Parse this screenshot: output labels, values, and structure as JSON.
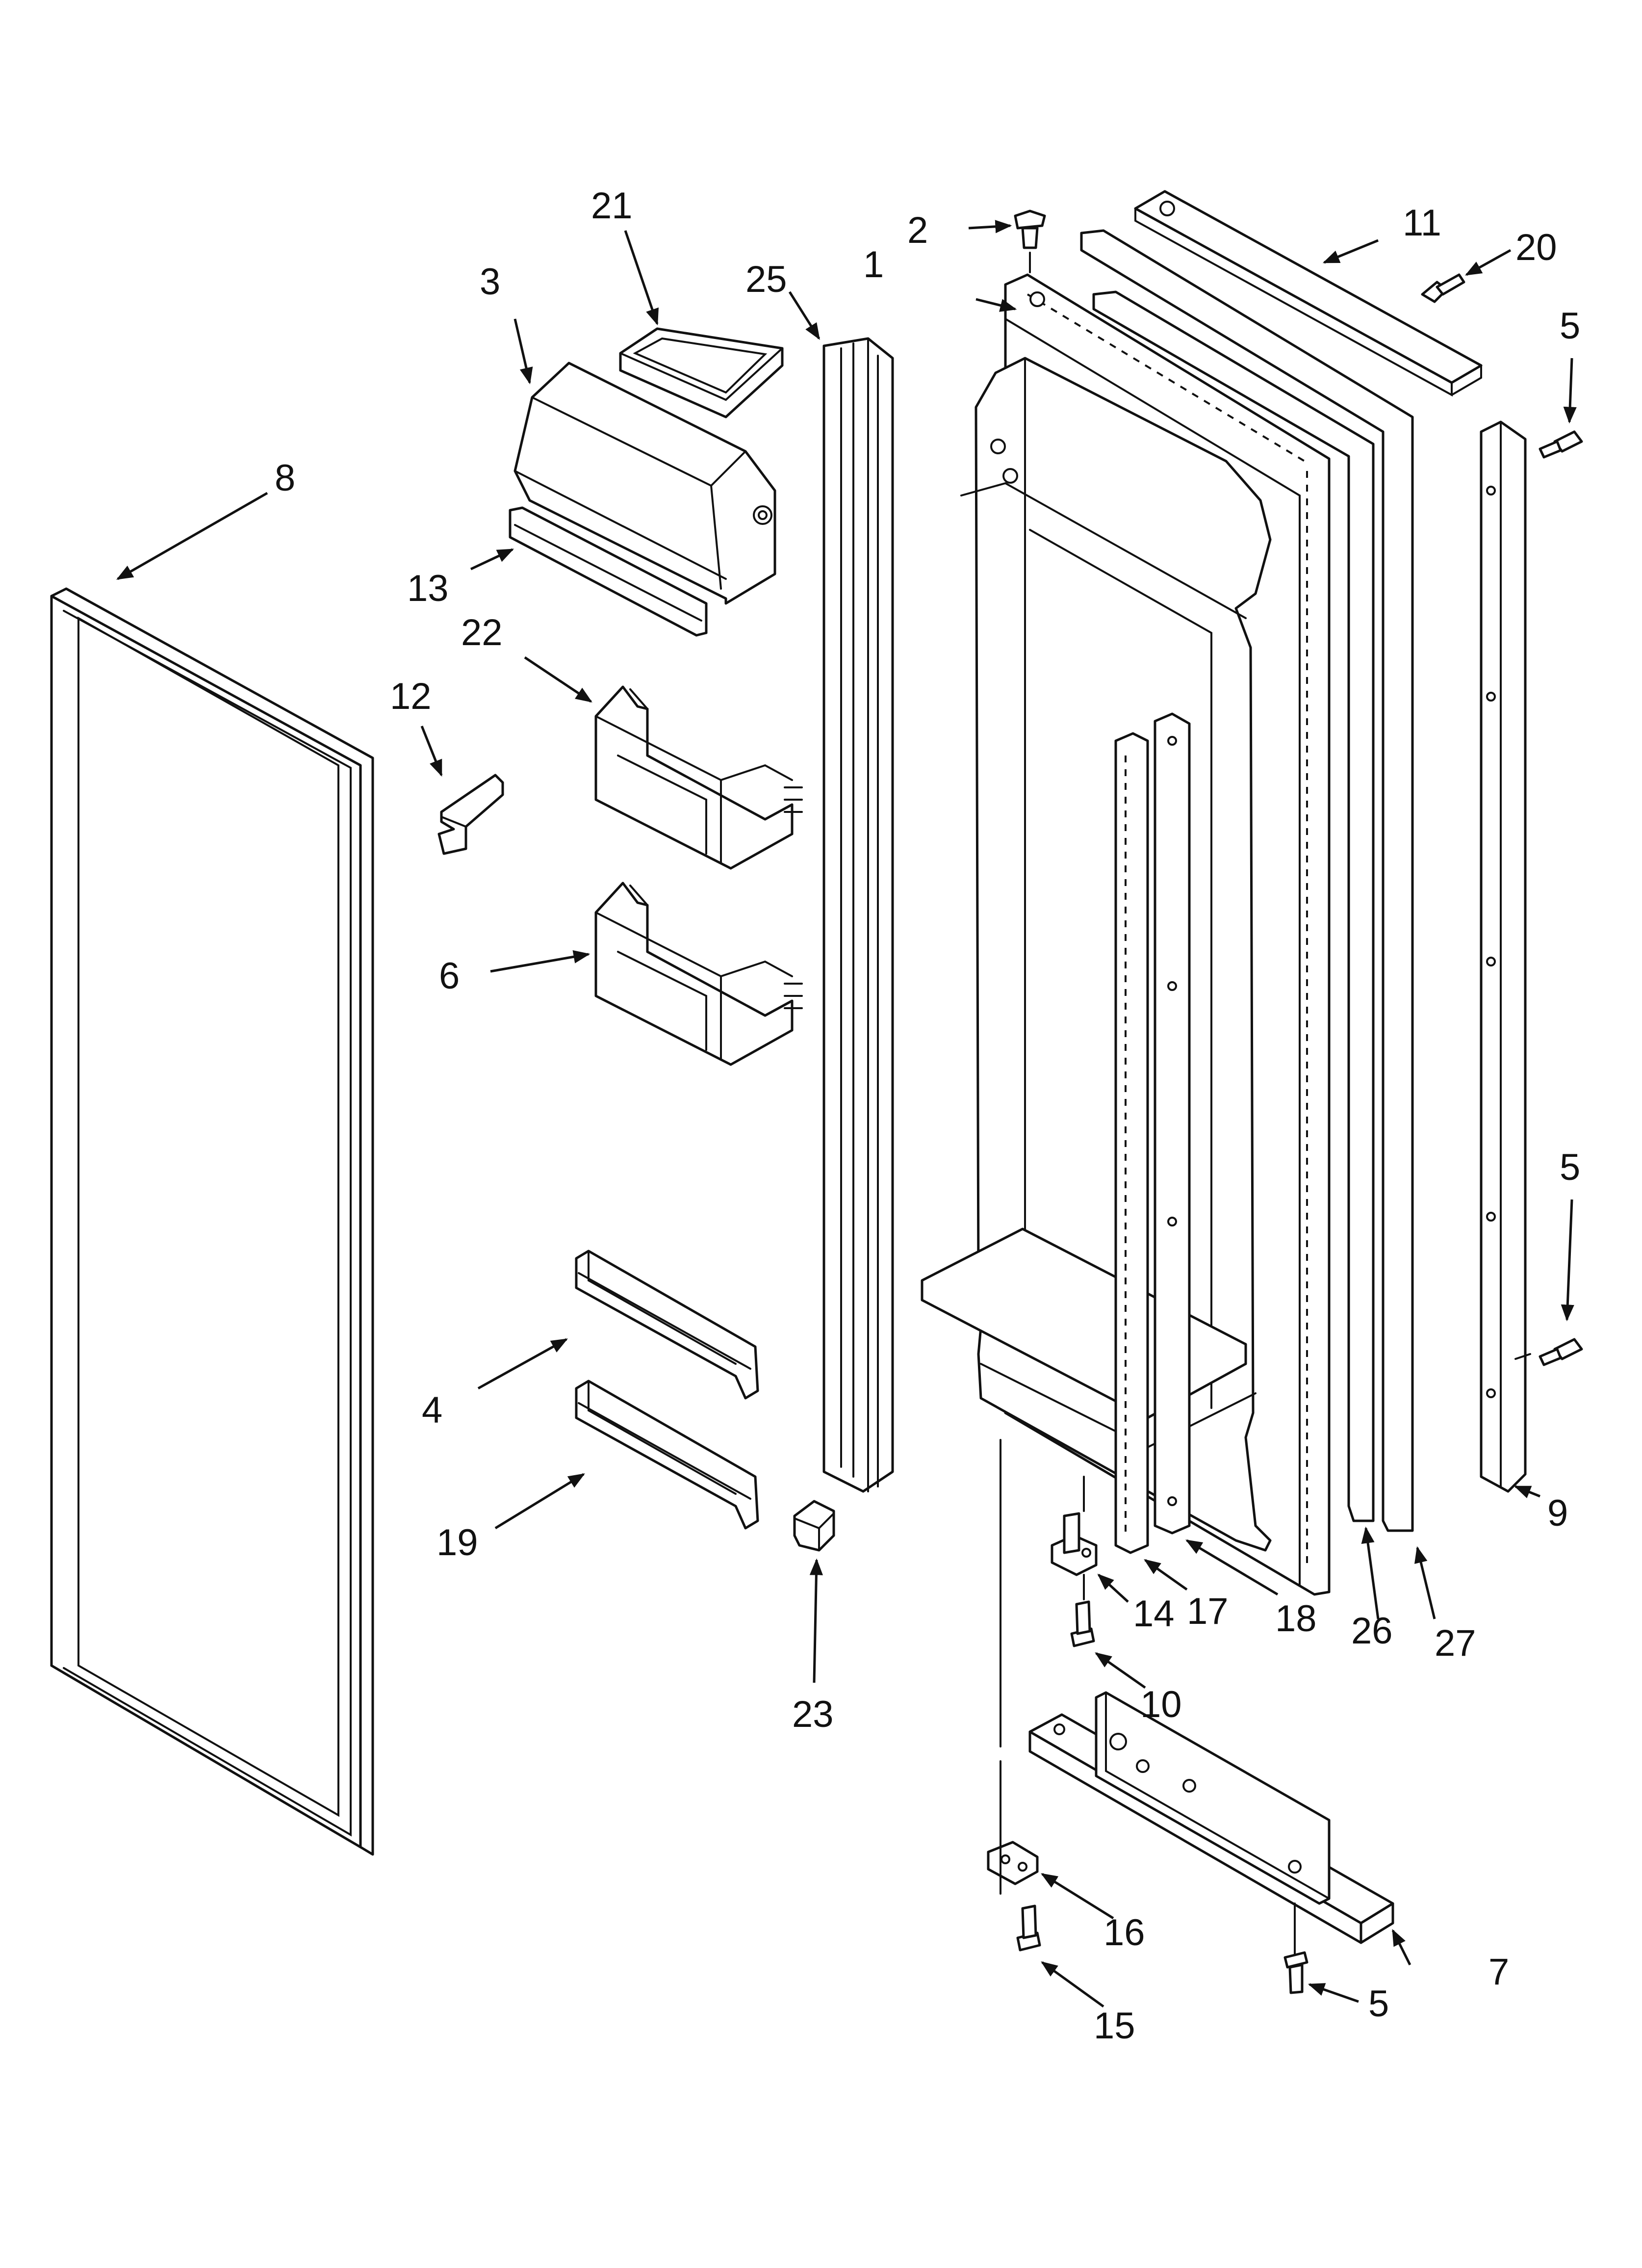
{
  "callouts": [
    {
      "id": "c1",
      "label": "1"
    },
    {
      "id": "c2",
      "label": "2"
    },
    {
      "id": "c3",
      "label": "3"
    },
    {
      "id": "c4",
      "label": "4"
    },
    {
      "id": "c5a",
      "label": "5"
    },
    {
      "id": "c5b",
      "label": "5"
    },
    {
      "id": "c5c",
      "label": "5"
    },
    {
      "id": "c6",
      "label": "6"
    },
    {
      "id": "c7",
      "label": "7"
    },
    {
      "id": "c8",
      "label": "8"
    },
    {
      "id": "c9",
      "label": "9"
    },
    {
      "id": "c10",
      "label": "10"
    },
    {
      "id": "c11",
      "label": "11"
    },
    {
      "id": "c12",
      "label": "12"
    },
    {
      "id": "c13",
      "label": "13"
    },
    {
      "id": "c14",
      "label": "14"
    },
    {
      "id": "c15",
      "label": "15"
    },
    {
      "id": "c16",
      "label": "16"
    },
    {
      "id": "c17",
      "label": "17"
    },
    {
      "id": "c18",
      "label": "18"
    },
    {
      "id": "c19",
      "label": "19"
    },
    {
      "id": "c20",
      "label": "20"
    },
    {
      "id": "c21",
      "label": "21"
    },
    {
      "id": "c22",
      "label": "22"
    },
    {
      "id": "c23",
      "label": "23"
    },
    {
      "id": "c25",
      "label": "25"
    },
    {
      "id": "c26",
      "label": "26"
    },
    {
      "id": "c27",
      "label": "27"
    }
  ]
}
